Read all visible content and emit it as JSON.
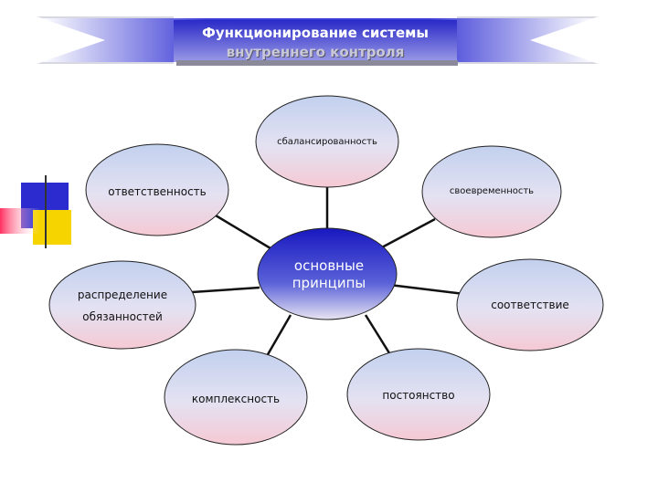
{
  "title": {
    "line1": "Функционирование системы",
    "line2": "внутреннего контроля"
  },
  "center": {
    "line1": "основные",
    "line2": "принципы"
  },
  "nodes": {
    "balanced": "сбалансированность",
    "responsibility": "ответственность",
    "timeliness": "своевременность",
    "distribution_line1": "распределение",
    "distribution_line2": "обязанностей",
    "conformity": "соответствие",
    "complexity": "комплексность",
    "constancy": "постоянство"
  },
  "colors": {
    "banner": "#3a3ad8",
    "node_top": "#c6d3ef",
    "node_bottom": "#f3ccd6",
    "center": "#2020c8",
    "connector": "#111111"
  }
}
